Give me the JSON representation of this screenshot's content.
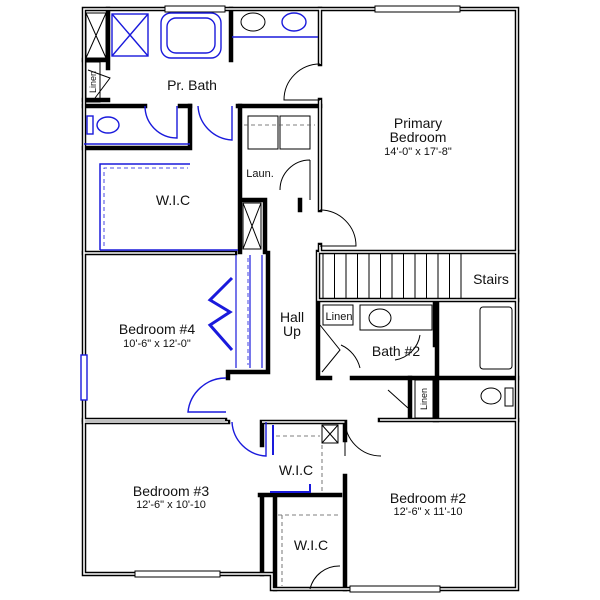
{
  "rooms": {
    "pr_bath": {
      "label": "Pr. Bath"
    },
    "linen_top": {
      "label": "Linen"
    },
    "wic_primary": {
      "label": "W.I.C"
    },
    "laundry": {
      "label": "Laun."
    },
    "primary_bedroom": {
      "label_line1": "Primary",
      "label_line2": "Bedroom",
      "dimensions": "14'-0\" x 17'-8\""
    },
    "stairs": {
      "label": "Stairs"
    },
    "hall": {
      "label_line1": "Hall",
      "label_line2": "Up"
    },
    "bedroom4": {
      "label": "Bedroom #4",
      "dimensions": "10'-6\" x 12'-0\""
    },
    "linen_bath2": {
      "label": "Linen"
    },
    "bath2": {
      "label": "Bath #2"
    },
    "linen_hall": {
      "label": "Linen"
    },
    "wic_bed3": {
      "label": "W.I.C"
    },
    "bedroom3": {
      "label": "Bedroom #3",
      "dimensions": "12'-6\" x 10'-10"
    },
    "bedroom2": {
      "label": "Bedroom #2",
      "dimensions": "12'-6\" x 11'-10"
    },
    "wic_bed2": {
      "label": "W.I.C"
    }
  },
  "colors": {
    "walls": "#000000",
    "fixtures": "#1a1adc",
    "background": "#ffffff"
  }
}
